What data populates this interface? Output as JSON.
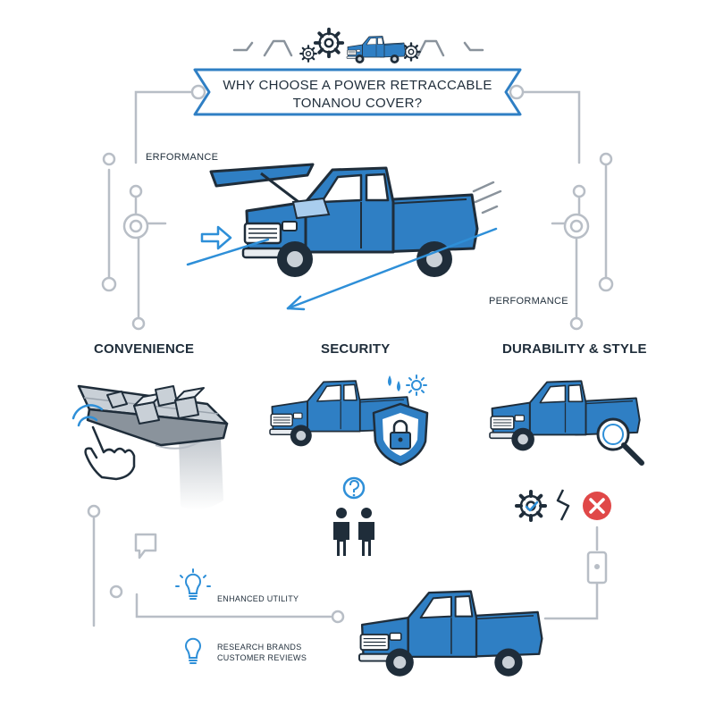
{
  "banner": {
    "line1": "WHY CHOOSE A POWER RETRACCABLE",
    "line2": "TONANOU COVER?"
  },
  "labels": {
    "top_left": "ERFORMANCE",
    "top_right": "PERFORMANCE"
  },
  "sections": {
    "convenience": "CONVENIENCE",
    "security": "SECURITY",
    "durability": "DURABILITY & STYLE"
  },
  "notes": {
    "enhanced": "ENHANCED UTILITY",
    "research_line1": "RESEARCH BRANDS",
    "research_line2": "CUSTOMER REVIEWS"
  },
  "colors": {
    "truck_blue": "#2f7fc4",
    "outline": "#1f2d3a",
    "accent": "#2e8fd8",
    "connector": "#b8bec6",
    "warning_red": "#e04848"
  },
  "icons": [
    "gear-icon",
    "truck-icon",
    "padlock-icon",
    "shield-icon",
    "magnifier-icon",
    "touch-hand-icon",
    "lightbulb-icon",
    "question-icon",
    "check-gear-icon",
    "cross-icon",
    "speech-bubble-icon",
    "sun-icon",
    "water-drop-icon"
  ]
}
